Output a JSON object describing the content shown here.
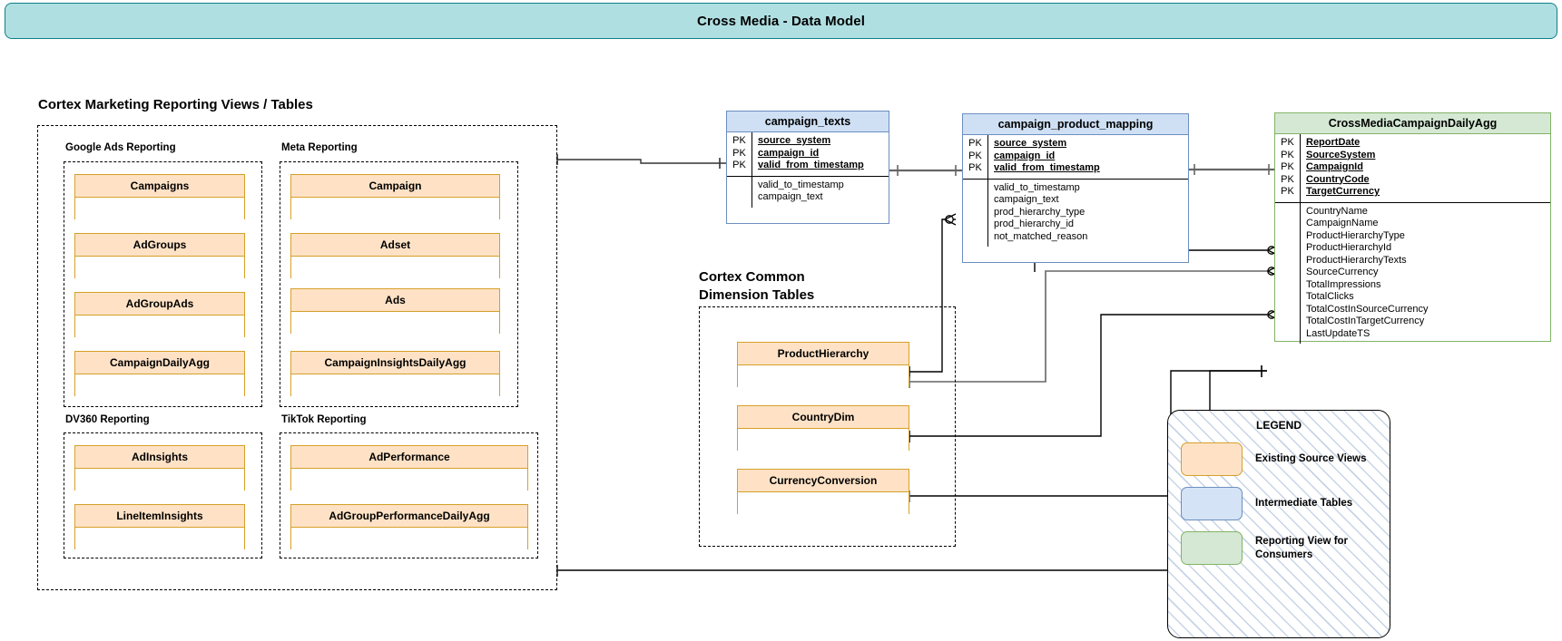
{
  "header": {
    "title": "Cross Media - Data Model"
  },
  "sections": {
    "reporting_title": "Cortex Marketing Reporting Views / Tables",
    "dimension_title": "Cortex Common\nDimension Tables"
  },
  "groups": [
    {
      "label": "Google Ads Reporting",
      "tables": [
        "Campaigns",
        "AdGroups",
        "AdGroupAds",
        "CampaignDailyAgg"
      ]
    },
    {
      "label": "Meta Reporting",
      "tables": [
        "Campaign",
        "Adset",
        "Ads",
        "CampaignInsightsDailyAgg"
      ]
    },
    {
      "label": "DV360 Reporting",
      "tables": [
        "AdInsights",
        "LineItemInsights"
      ]
    },
    {
      "label": "TikTok Reporting",
      "tables": [
        "AdPerformance",
        "AdGroupPerformanceDailyAgg"
      ]
    }
  ],
  "dimension_tables": [
    "ProductHierarchy",
    "CountryDim",
    "CurrencyConversion"
  ],
  "er_tables": {
    "campaign_texts": {
      "name": "campaign_texts",
      "color": "blue",
      "keys": [
        "PK",
        "PK",
        "PK"
      ],
      "pk_fields": [
        "source_system",
        "campaign_id",
        "valid_from_timestamp"
      ],
      "fields": [
        "valid_to_timestamp",
        "campaign_text"
      ]
    },
    "campaign_product_mapping": {
      "name": "campaign_product_mapping",
      "color": "blue",
      "keys": [
        "PK",
        "PK",
        "PK"
      ],
      "pk_fields": [
        "source_system",
        "campaign_id",
        "valid_from_timestamp"
      ],
      "fields": [
        "valid_to_timestamp",
        "campaign_text",
        "prod_hierarchy_type",
        "prod_hierarchy_id",
        "not_matched_reason"
      ]
    },
    "cross_media_campaign_daily_agg": {
      "name": "CrossMediaCampaignDailyAgg",
      "color": "green",
      "keys": [
        "PK",
        "PK",
        "PK",
        "PK",
        "PK"
      ],
      "pk_fields": [
        "ReportDate",
        "SourceSystem",
        "CampaignId",
        "CountryCode",
        "TargetCurrency"
      ],
      "fields": [
        "CountryName",
        "CampaignName",
        "ProductHierarchyType",
        "ProductHierarchyId",
        "ProductHierarchyTexts",
        "SourceCurrency",
        "TotalImpressions",
        "TotalClicks",
        "TotalCostInSourceCurrency",
        "TotalCostInTargetCurrency",
        "LastUpdateTS"
      ]
    }
  },
  "legend": {
    "title": "LEGEND",
    "items": [
      {
        "swatch": "orange",
        "label": "Existing Source Views"
      },
      {
        "swatch": "blue",
        "label": "Intermediate Tables"
      },
      {
        "swatch": "green",
        "label": "Reporting View for\nConsumers"
      }
    ]
  },
  "colors": {
    "title_bg": "#b0dfe2",
    "title_border": "#0e8088",
    "source_fill": "#ffe2c6",
    "source_border": "#d6a028",
    "intermediate_fill": "#cfe0f5",
    "intermediate_border": "#6c8ebf",
    "reporting_fill": "#d5e8d4",
    "reporting_border": "#82b366",
    "connector": "#000000",
    "connector_gray": "#666666"
  }
}
